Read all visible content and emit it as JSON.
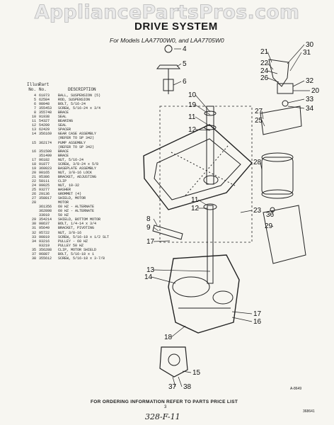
{
  "watermark": "AppliancePartsPros.com",
  "title": "DRIVE SYSTEM",
  "subtitle": "For Models LAA7700W0, and LAA7705W0",
  "table": {
    "header_ill": "Illus.",
    "header_part": "Part",
    "col_no1": "No.",
    "col_no2": "No.",
    "col_desc": "DESCRIPTION",
    "rows": [
      {
        "ill": "4",
        "part": "61073",
        "desc": "BALL, SUSPENSION (5)"
      },
      {
        "ill": "5",
        "part": "62584",
        "desc": "ROD, SUSPENSION"
      },
      {
        "ill": "6",
        "part": "98048",
        "desc": "BOLT, 5/16-24"
      },
      {
        "ill": "7",
        "part": "355453",
        "desc": "SCREW, 5/16-24 x 3/4"
      },
      {
        "ill": "8",
        "part": "355748",
        "desc": "BRACE"
      },
      {
        "ill": "10",
        "part": "91938",
        "desc": "SEAL"
      },
      {
        "ill": "11",
        "part": "54327",
        "desc": "BEARING"
      },
      {
        "ill": "12",
        "part": "54209",
        "desc": "SEAL"
      },
      {
        "ill": "13",
        "part": "62429",
        "desc": "SPACER"
      },
      {
        "ill": "14",
        "part": "356169",
        "desc": "GEAR CASE ASSEMBLY"
      },
      {
        "ill": "",
        "part": "",
        "desc": "(REFER TO SP 342)"
      },
      {
        "ill": "15",
        "part": "362174",
        "desc": "PUMP ASSEMBLY"
      },
      {
        "ill": "",
        "part": "",
        "desc": "(REFER TO SP 342)"
      },
      {
        "ill": "16",
        "part": "351500",
        "desc": "BRACE"
      },
      {
        "ill": "",
        "part": "351499",
        "desc": "BRACE"
      },
      {
        "ill": "17",
        "part": "96182",
        "desc": "NUT, 5/16-24"
      },
      {
        "ill": "18",
        "part": "91877",
        "desc": "SCREW, 3/8-24 x 5/8"
      },
      {
        "ill": "19",
        "part": "360023",
        "desc": "BASEPLATE ASSEMBLY"
      },
      {
        "ill": "20",
        "part": "90165",
        "desc": "NUT, 3/8-16 LOCK"
      },
      {
        "ill": "21",
        "part": "95386",
        "desc": "BRACKET, ADJUSTING"
      },
      {
        "ill": "22",
        "part": "58111",
        "desc": "CLIP"
      },
      {
        "ill": "24",
        "part": "99025",
        "desc": "NUT, 10-32"
      },
      {
        "ill": "25",
        "part": "93277",
        "desc": "WASHER"
      },
      {
        "ill": "26",
        "part": "29136",
        "desc": "GROMMET (4)"
      },
      {
        "ill": "27",
        "part": "358817",
        "desc": "SHIELD, MOTOR"
      },
      {
        "ill": "28",
        "part": "",
        "desc": "MOTOR"
      },
      {
        "ill": "",
        "part": "361356",
        "desc": "60 HZ - ALTERNATE"
      },
      {
        "ill": "",
        "part": "362898",
        "desc": "60 HZ - ALTERNATE"
      },
      {
        "ill": "",
        "part": "33010",
        "desc": "50 HZ"
      },
      {
        "ill": "29",
        "part": "354214",
        "desc": "SHIELD, BOTTOM MOTOR"
      },
      {
        "ill": "30",
        "part": "98637",
        "desc": "BOLT, 1/4-14 x 3/4"
      },
      {
        "ill": "31",
        "part": "95649",
        "desc": "BRACKET, PIVOTING"
      },
      {
        "ill": "32",
        "part": "95722",
        "desc": "NUT, 3/8-16"
      },
      {
        "ill": "33",
        "part": "90819",
        "desc": "SCREW, 5/16-18 x 1/2 SLT"
      },
      {
        "ill": "34",
        "part": "93216",
        "desc": "PULLEY - 60 HZ"
      },
      {
        "ill": "",
        "part": "93219",
        "desc": "PULLEY 50 HZ"
      },
      {
        "ill": "35",
        "part": "356288",
        "desc": "CLIP, MOTOR SHIELD"
      },
      {
        "ill": "37",
        "part": "96887",
        "desc": "BOLT, 5/16-18 x 1"
      },
      {
        "ill": "38",
        "part": "355612",
        "desc": "SCREW, 5/16-18 x 3-7/8"
      }
    ]
  },
  "callouts": [
    "4",
    "5",
    "6",
    "10",
    "19",
    "11",
    "12",
    "8",
    "9",
    "17",
    "13",
    "14",
    "18",
    "15",
    "37",
    "38",
    "21",
    "22",
    "24",
    "26",
    "20",
    "30",
    "31",
    "32",
    "33",
    "34",
    "27",
    "25",
    "28",
    "23",
    "36",
    "29",
    "11",
    "12",
    "17",
    "16"
  ],
  "footer": "FOR ORDERING INFORMATION REFER TO PARTS PRICE LIST",
  "page_number": "3",
  "handwritten": "328-F-11",
  "figure_id": "A-8649",
  "doc_code": "368641"
}
